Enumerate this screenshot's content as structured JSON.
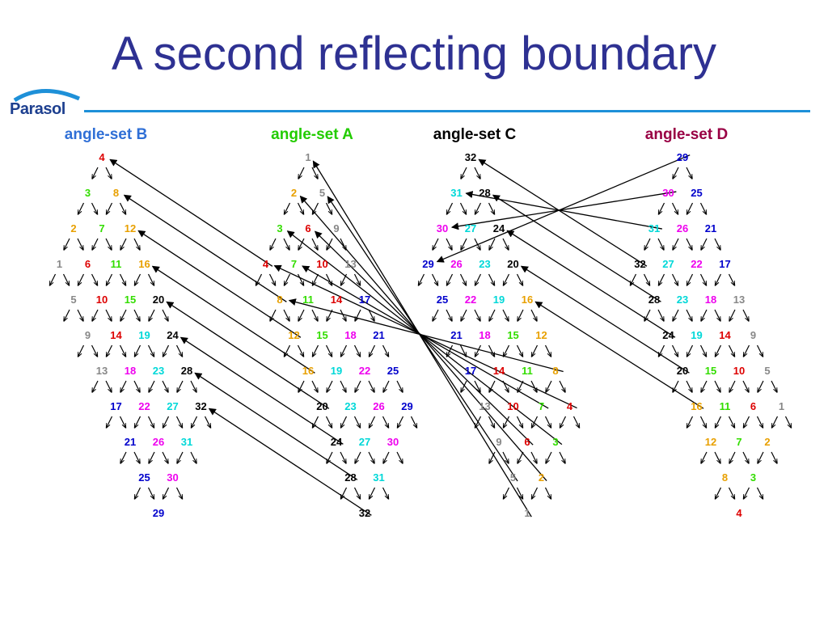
{
  "title": "A second reflecting boundary",
  "logo": {
    "text": "Parasol"
  },
  "colors": {
    "title": "#2e3192",
    "rule": "#1e90d8",
    "logo": "#1d3f8f",
    "arrow": "#000000",
    "number_palette": [
      "#888888",
      "#e8a000",
      "#33dd00",
      "#dd0000",
      "#888888",
      "#dd0000",
      "#33dd00",
      "#e8a000",
      "#888888",
      "#dd0000",
      "#33dd00",
      "#e8a000",
      "#888888",
      "#dd0000",
      "#33dd00",
      "#e8a000",
      "#0000cc",
      "#ee00ee",
      "#00d8d8",
      "#000000",
      "#0000cc",
      "#ee00ee",
      "#00d8d8",
      "#000000",
      "#0000cc",
      "#ee00ee",
      "#00d8d8",
      "#000000",
      "#0000cc",
      "#ee00ee",
      "#00d8d8",
      "#000000"
    ]
  },
  "angle_sets": [
    {
      "label": "angle-set B",
      "color": "#2f6fd6",
      "rows": [
        [
          "4"
        ],
        [
          "3",
          "8"
        ],
        [
          "2",
          "7",
          "12"
        ],
        [
          "1",
          "6",
          "11",
          "16"
        ],
        [
          "5",
          "10",
          "15",
          "20"
        ],
        [
          "9",
          "14",
          "19",
          "24"
        ],
        [
          "13",
          "18",
          "23",
          "28"
        ],
        [
          "17",
          "22",
          "27",
          "32"
        ],
        [
          "21",
          "26",
          "31"
        ],
        [
          "25",
          "30"
        ],
        [
          "29"
        ]
      ]
    },
    {
      "label": "angle-set A",
      "color": "#22cc00",
      "rows": [
        [
          "1"
        ],
        [
          "2",
          "5"
        ],
        [
          "3",
          "6",
          "9"
        ],
        [
          "4",
          "7",
          "10",
          "13"
        ],
        [
          "8",
          "11",
          "14",
          "17"
        ],
        [
          "12",
          "15",
          "18",
          "21"
        ],
        [
          "16",
          "19",
          "22",
          "25"
        ],
        [
          "20",
          "23",
          "26",
          "29"
        ],
        [
          "24",
          "27",
          "30"
        ],
        [
          "28",
          "31"
        ],
        [
          "32"
        ]
      ]
    },
    {
      "label": "angle-set C",
      "color": "#000000",
      "rows": [
        [
          "32"
        ],
        [
          "31",
          "28"
        ],
        [
          "30",
          "27",
          "24"
        ],
        [
          "29",
          "26",
          "23",
          "20"
        ],
        [
          "25",
          "22",
          "19",
          "16"
        ],
        [
          "21",
          "18",
          "15",
          "12"
        ],
        [
          "17",
          "14",
          "11",
          "8"
        ],
        [
          "13",
          "10",
          "7",
          "4"
        ],
        [
          "9",
          "6",
          "3"
        ],
        [
          "5",
          "2"
        ],
        [
          "1"
        ]
      ]
    },
    {
      "label": "angle-set D",
      "color": "#990044",
      "rows": [
        [
          "29"
        ],
        [
          "30",
          "25"
        ],
        [
          "31",
          "26",
          "21"
        ],
        [
          "32",
          "27",
          "22",
          "17"
        ],
        [
          "28",
          "23",
          "18",
          "13"
        ],
        [
          "24",
          "19",
          "14",
          "9"
        ],
        [
          "20",
          "15",
          "10",
          "5"
        ],
        [
          "16",
          "11",
          "6",
          "1"
        ],
        [
          "12",
          "7",
          "2"
        ],
        [
          "8",
          "3"
        ],
        [
          "4"
        ]
      ]
    }
  ]
}
